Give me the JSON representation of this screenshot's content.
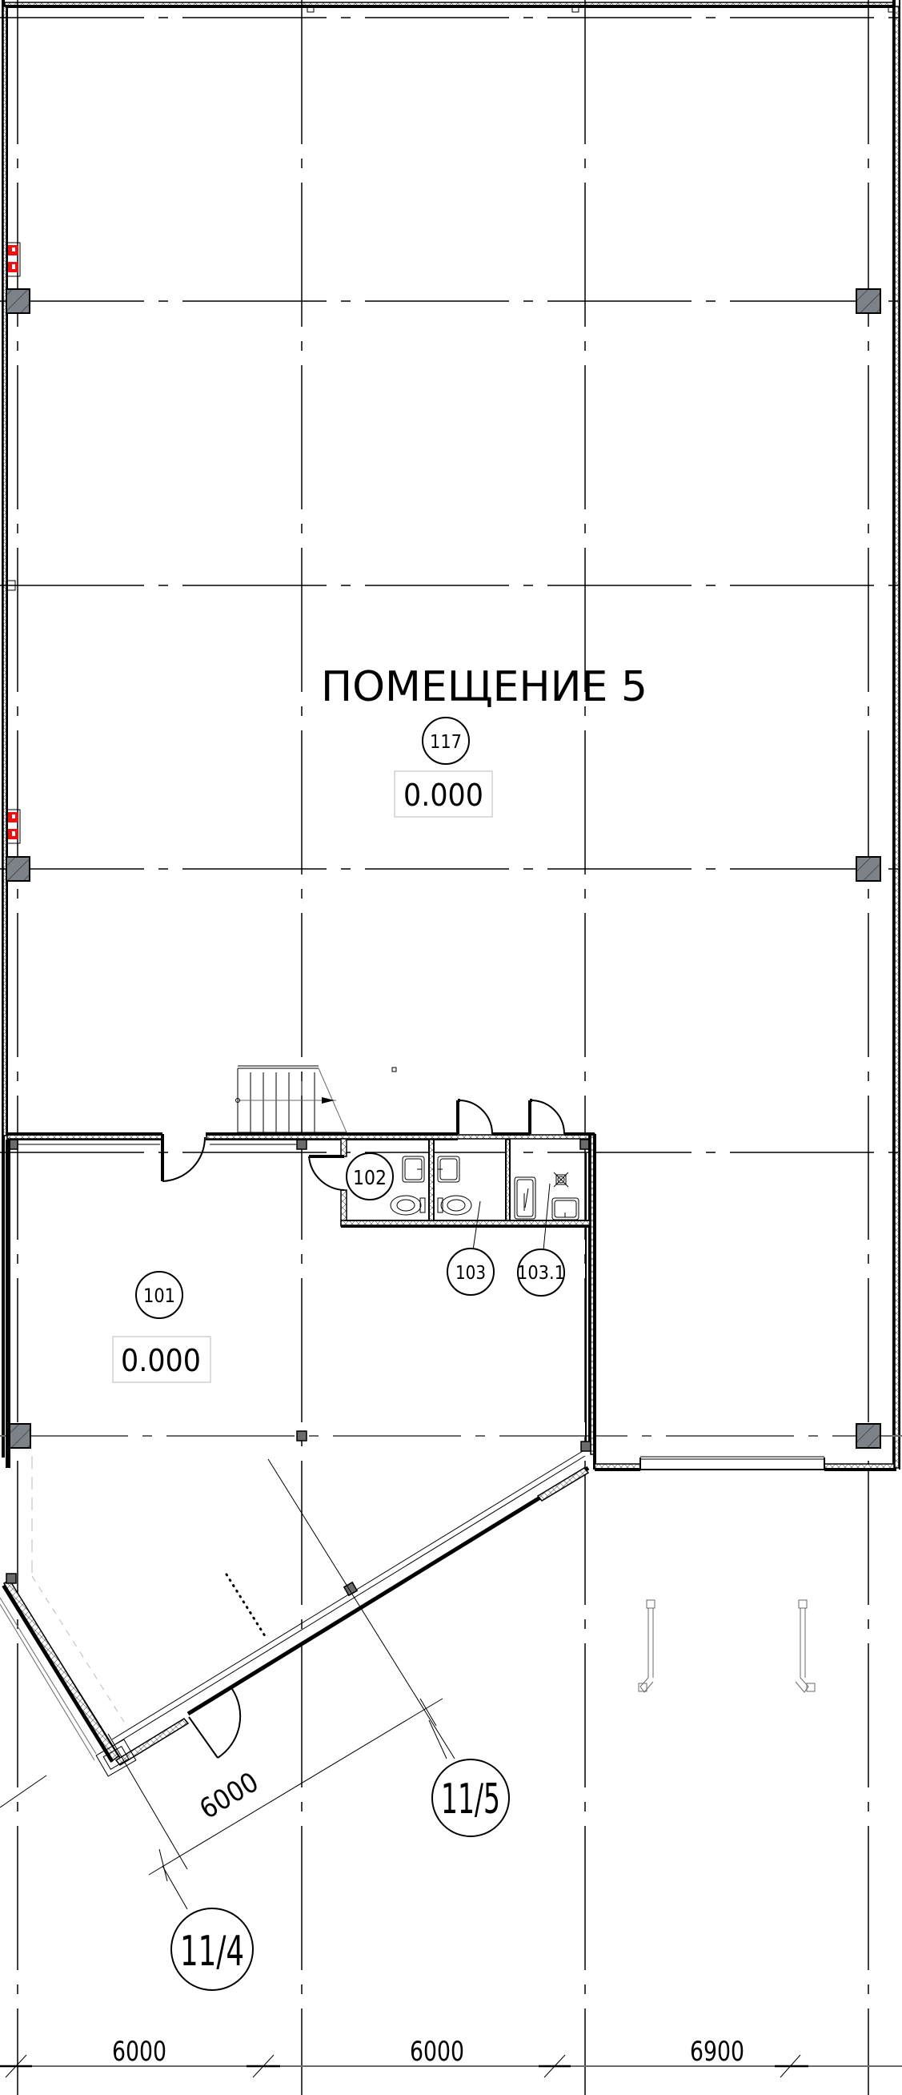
{
  "drawing": {
    "main_room": {
      "title": "ПОМЕЩЕНИЕ 5",
      "number": "117",
      "level": "0.000"
    },
    "rooms": [
      {
        "number": "101",
        "level": "0.000"
      },
      {
        "number": "102"
      },
      {
        "number": "103"
      },
      {
        "number": "103.1"
      }
    ],
    "grid_bubbles": [
      {
        "label": "11/5"
      },
      {
        "label": "11/4"
      }
    ],
    "dimensions": {
      "diagonal": "6000",
      "bottom": [
        "6000",
        "6000",
        "6900"
      ]
    },
    "colors": {
      "line": "#000000",
      "column_fill": "#7c8288",
      "equipment_red": "#ee1111",
      "level_box_border": "#b9b9b9"
    },
    "icons": [
      "fire-cabinet-icon",
      "toilet-icon",
      "sink-icon",
      "shower-icon",
      "floor-drain-icon",
      "stair-icon",
      "door-swing-icon",
      "handrail-icon"
    ]
  }
}
